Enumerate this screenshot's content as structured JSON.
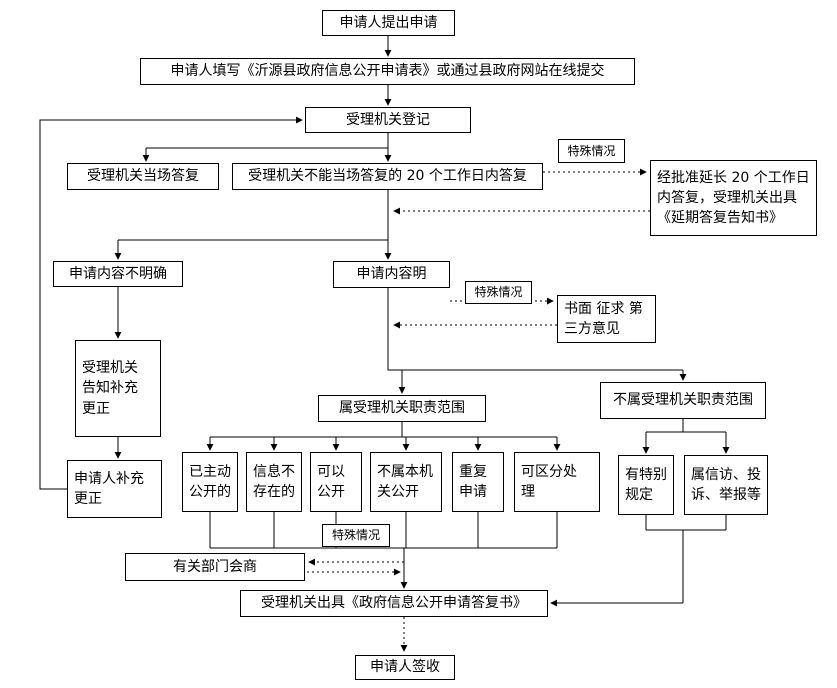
{
  "nodes": {
    "submit": {
      "label": "申请人提出申请"
    },
    "fill_form": {
      "label": "申请人填写《沂源县政府信息公开申请表》或通过县政府网站在线提交"
    },
    "register": {
      "label": "受理机关登记"
    },
    "onsite_reply": {
      "label": "受理机关当场答复"
    },
    "delayed_reply": {
      "label": "受理机关不能当场答复的 20 个工作日内答复"
    },
    "special_case_1": {
      "label": "特殊情况"
    },
    "extension_notice": {
      "label": "经批准延长 20 个工作日\n内答复，受理机关出具\n《延期答复告知书》"
    },
    "content_unclear": {
      "label": "申请内容不明确"
    },
    "content_clear": {
      "label": "申请内容明"
    },
    "special_case_2": {
      "label": "特殊情况"
    },
    "third_party_opinion": {
      "label": "书面 征求 第\n三方意见"
    },
    "notify_supplement": {
      "label": "受理机关\n告知补充\n更正"
    },
    "in_scope": {
      "label": "属受理机关职责范围"
    },
    "out_of_scope": {
      "label": "不属受理机关职责范围"
    },
    "already_disclosed": {
      "label": "已主动\n公开的"
    },
    "info_not_exist": {
      "label": "信息不\n存在的"
    },
    "can_disclose": {
      "label": "可以\n公开"
    },
    "other_authority": {
      "label": "不属本机\n关公开"
    },
    "repeat_request": {
      "label": "重复\n申请"
    },
    "separable_handling": {
      "label": "可区分处\n理"
    },
    "special_provisions": {
      "label": "有特别\n规定"
    },
    "petition_complaint": {
      "label": "属信访、投\n诉、举报等"
    },
    "applicant_supplement": {
      "label": "申请人补充\n更正"
    },
    "special_case_3": {
      "label": "特殊情况"
    },
    "department_consultation": {
      "label": "有关部门会商"
    },
    "reply_document": {
      "label": "受理机关出具《政府信息公开申请答复书》"
    },
    "applicant_sign": {
      "label": "申请人签收"
    }
  },
  "colors": {
    "line": "#000000",
    "box_border": "#000000",
    "background": "#ffffff",
    "text": "#000000"
  }
}
